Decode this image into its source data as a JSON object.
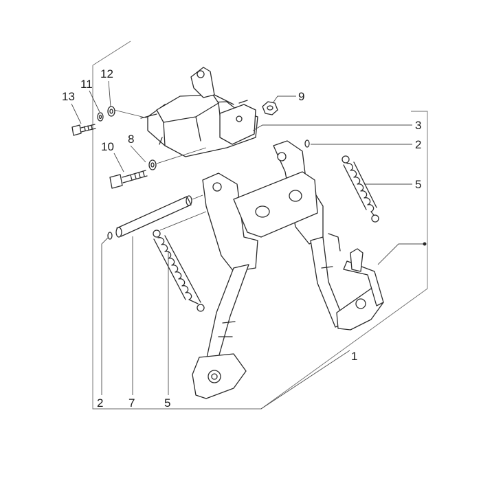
{
  "callouts": [
    {
      "id": "c13",
      "text": "13"
    },
    {
      "id": "c11",
      "text": "11"
    },
    {
      "id": "c12",
      "text": "12"
    },
    {
      "id": "c9",
      "text": "9"
    },
    {
      "id": "c3",
      "text": "3"
    },
    {
      "id": "c2r",
      "text": "2"
    },
    {
      "id": "c8",
      "text": "8"
    },
    {
      "id": "c10",
      "text": "10"
    },
    {
      "id": "c5r",
      "text": "5"
    },
    {
      "id": "c1",
      "text": "1"
    },
    {
      "id": "c2b",
      "text": "2"
    },
    {
      "id": "c7",
      "text": "7"
    },
    {
      "id": "c5b",
      "text": "5"
    }
  ],
  "colors": {
    "line": "#2a2a2a",
    "text": "#1a1a1a",
    "background": "#ffffff"
  }
}
